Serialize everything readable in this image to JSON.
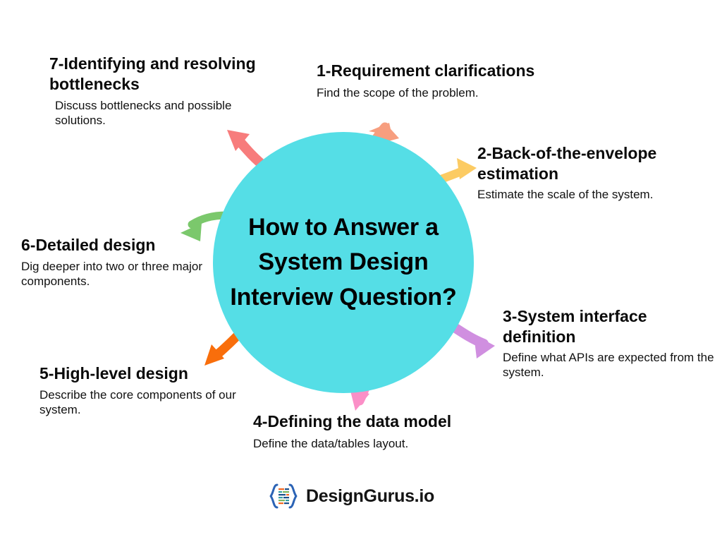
{
  "center": {
    "title": "How to Answer a\nSystem Design\nInterview Question?",
    "circle_color": "#55DEE6"
  },
  "steps": [
    {
      "id": "step-1",
      "title": "1-Requirement clarifications",
      "desc": "Find the scope of the problem.",
      "arrow_color": "#F79E7F",
      "arrow_name": "arrow-to-requirement-clarifications"
    },
    {
      "id": "step-2",
      "title": "2-Back-of-the-envelope estimation",
      "desc": "Estimate the scale of the system.",
      "arrow_color": "#FCCB63",
      "arrow_name": "arrow-to-back-of-the-envelope-estimation"
    },
    {
      "id": "step-3",
      "title": "3-System interface definition",
      "desc": "Define what APIs are expected from the system.",
      "arrow_color": "#D08FE0",
      "arrow_name": "arrow-to-system-interface-definition"
    },
    {
      "id": "step-4",
      "title": "4-Defining the data model",
      "desc": "Define the data/tables layout.",
      "arrow_color": "#FB8FC7",
      "arrow_name": "arrow-to-defining-the-data-model"
    },
    {
      "id": "step-5",
      "title": "5-High-level design",
      "desc": "Describe the core components of our system.",
      "arrow_color": "#F96E0B",
      "arrow_name": "arrow-to-high-level-design"
    },
    {
      "id": "step-6",
      "title": "6-Detailed design",
      "desc": "Dig deeper into two or three major components.",
      "arrow_color": "#7BC86C",
      "arrow_name": "arrow-to-detailed-design"
    },
    {
      "id": "step-7",
      "title": "7-Identifying and resolving bottlenecks",
      "desc": "Discuss bottlenecks and possible solutions.",
      "arrow_color": "#F77C7C",
      "arrow_name": "arrow-to-identifying-and-resolving-bottlenecks"
    }
  ],
  "footer": {
    "brand": "DesignGurus.io",
    "logo_brace_color": "#2B63B5",
    "logo_line_colors": [
      "#F26722",
      "#34A0A4",
      "#1B4F8A",
      "#7BB661"
    ]
  }
}
